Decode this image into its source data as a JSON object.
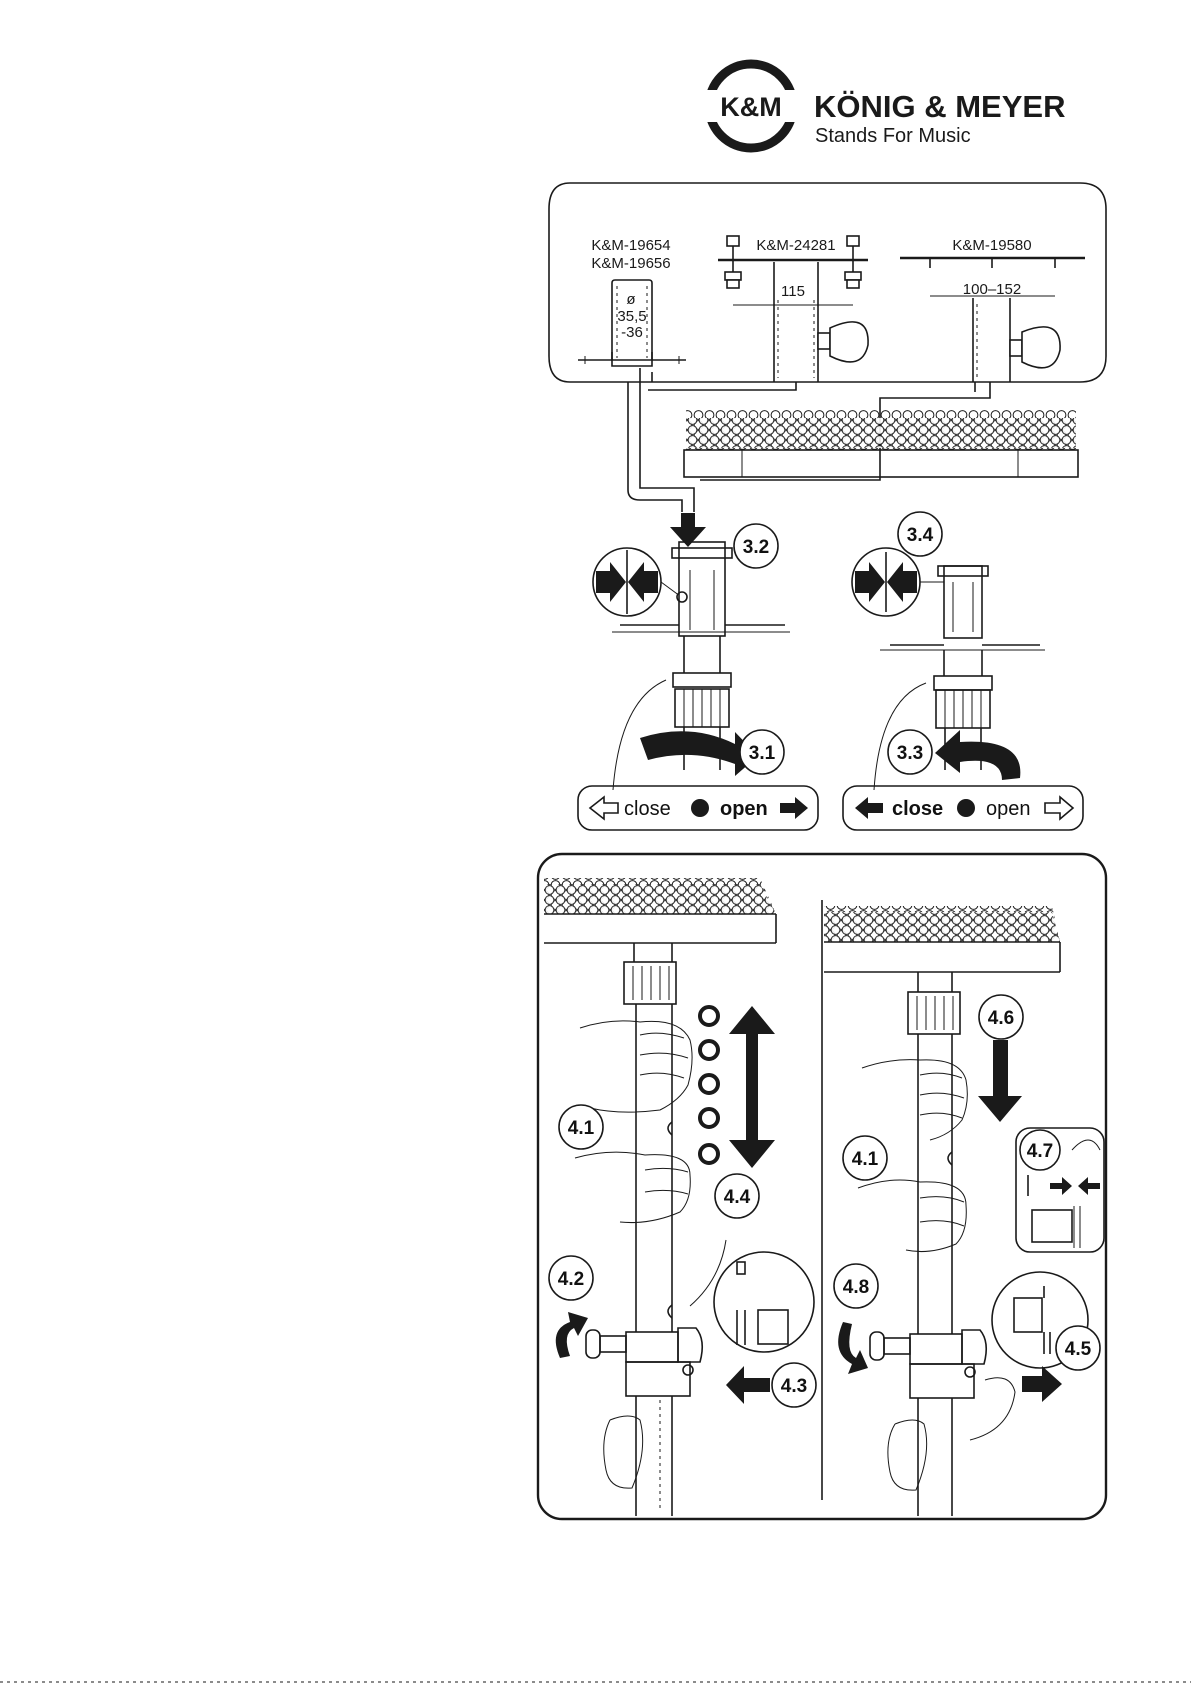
{
  "brand": {
    "logo_mark": "K&M",
    "name": "KÖNIG & MEYER",
    "slogan": "Stands For Music"
  },
  "adapters": [
    {
      "models": [
        "K&M-19654",
        "K&M-19656"
      ],
      "dimension_lines": [
        "ø",
        "35,5",
        "-36"
      ]
    },
    {
      "models": [
        "K&M-24281"
      ],
      "dimension_lines": [
        "115"
      ]
    },
    {
      "models": [
        "K&M-19580"
      ],
      "dimension_lines": [
        "100–152"
      ]
    }
  ],
  "steps": {
    "s31": "3.1",
    "s32": "3.2",
    "s33": "3.3",
    "s34": "3.4",
    "s41a": "4.1",
    "s41b": "4.1",
    "s42": "4.2",
    "s43": "4.3",
    "s44": "4.4",
    "s45": "4.5",
    "s46": "4.6",
    "s47": "4.7",
    "s48": "4.8"
  },
  "direction_labels": {
    "left": {
      "close": "close",
      "open": "open",
      "emphasis": "open"
    },
    "right": {
      "close": "close",
      "open": "open",
      "emphasis": "close"
    }
  },
  "icons": [
    "km-logo-icon",
    "squeeze-arrows-icon",
    "rotate-arrow-icon",
    "down-arrow-icon",
    "double-arrow-icon",
    "right-arrow-icon",
    "hand-icon",
    "ball-stack-icon"
  ]
}
